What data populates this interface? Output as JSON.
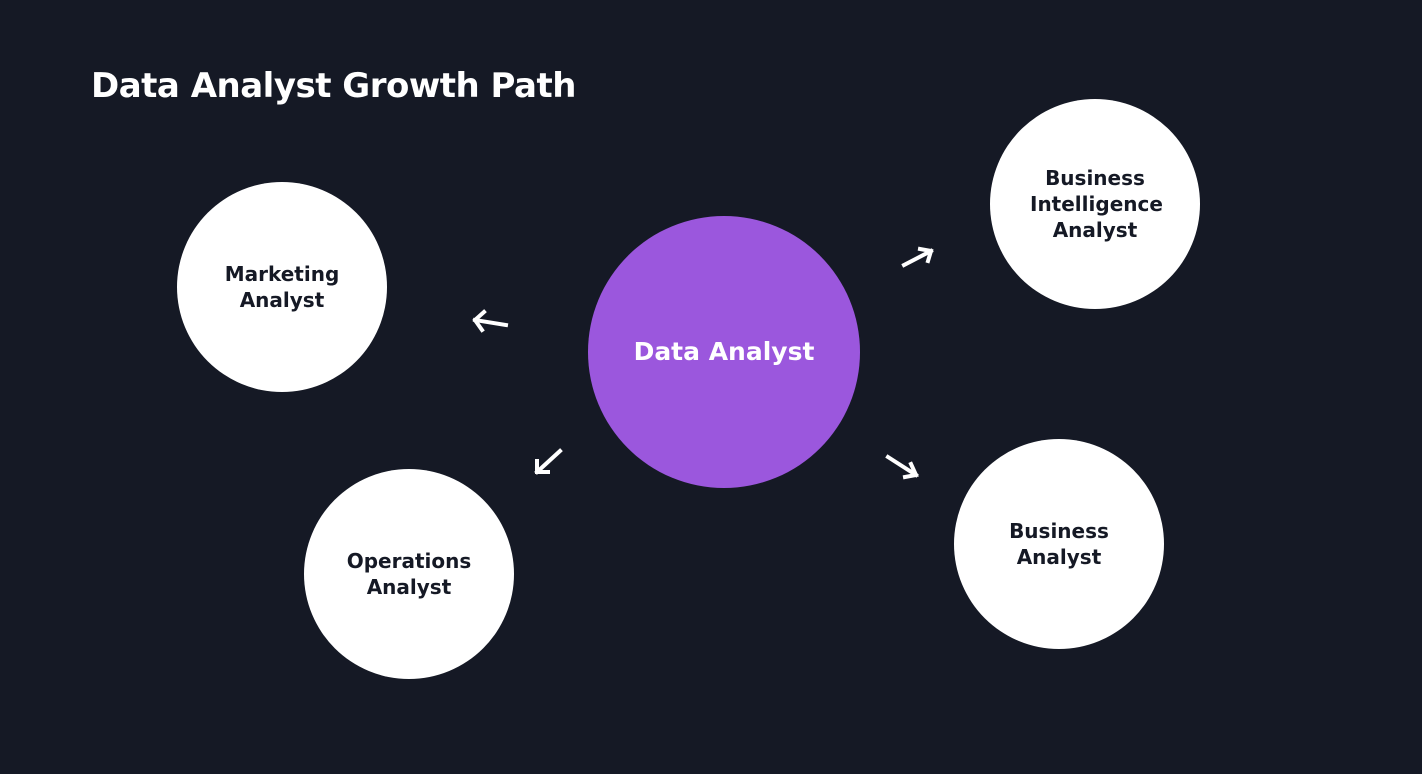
{
  "title": "Data Analyst Growth Path",
  "center": {
    "label": "Data Analyst",
    "color": "#9b57dd"
  },
  "branches": [
    {
      "label": "Marketing Analyst"
    },
    {
      "label": "Operations Analyst"
    },
    {
      "label": "Business Intelligence Analyst"
    },
    {
      "label": "Business Analyst"
    }
  ],
  "colors": {
    "background": "#151925",
    "node": "#ffffff",
    "arrow": "#ffffff"
  }
}
